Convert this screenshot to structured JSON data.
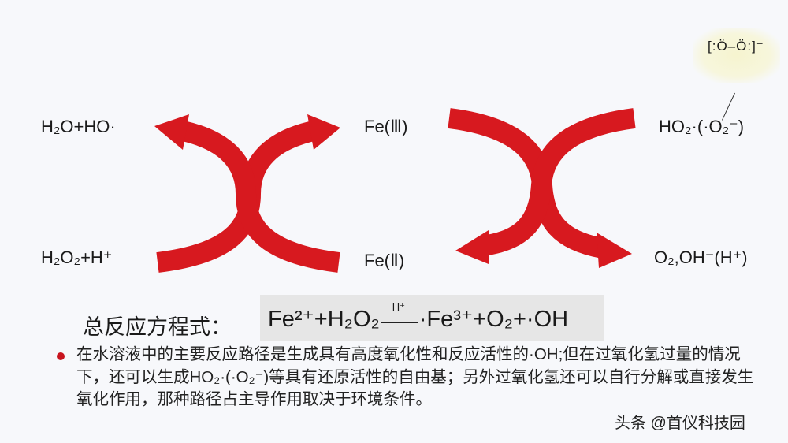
{
  "species": {
    "h2o_ho": "H₂O+HO·",
    "fe3": "Fe(Ⅲ)",
    "ho2": "HO₂·(·O₂⁻)",
    "h2o2_h": "H₂O₂+H⁺",
    "fe2": "Fe(Ⅱ)",
    "o2_oh": "O₂,OH⁻(H⁺)"
  },
  "lewis": "[:Ö–Ö:]⁻",
  "equation": {
    "label": "总反应方程式：",
    "left": "Fe²⁺+H₂O₂",
    "catalyst": "H⁺",
    "right": "·Fe³⁺+O₂+·OH"
  },
  "paragraph": "在水溶液中的主要反应路径是生成具有高度氧化性和反应活性的·OH;但在过氧化氢过量的情况下，还可以生成HO₂·(·O₂⁻)等具有还原活性的自由基；另外过氧化氢还可以自行分解或直接发生氧化作用，那种路径占主导作用取决于环境条件。",
  "watermark": "头条 @首仪科技园",
  "colors": {
    "arrow": "#d7191f",
    "bullet": "#c8141e"
  }
}
